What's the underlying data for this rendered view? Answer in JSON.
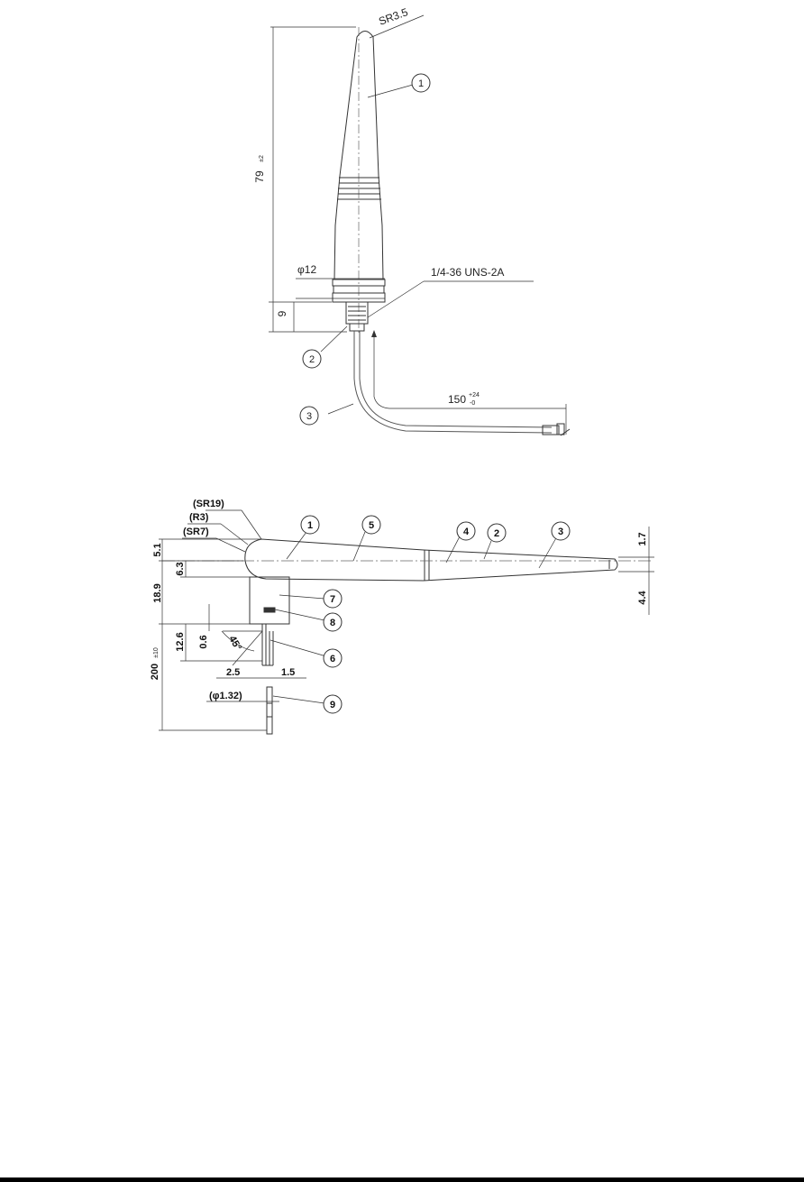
{
  "top_drawing": {
    "dim_sr": "SR3.5",
    "dim_length": "79",
    "dim_length_tol": "±2",
    "dim_diameter": "φ12",
    "dim_9": "9",
    "thread_spec": "1/4-36 UNS-2A",
    "cable_length": "150",
    "cable_tol_plus": "+24",
    "cable_tol_minus": "-0",
    "callouts": [
      "1",
      "2",
      "3"
    ]
  },
  "bottom_drawing": {
    "sr19": "(SR19)",
    "r3": "(R3)",
    "sr7": "(SR7)",
    "dim_5_1": "5.1",
    "dim_6_3": "6.3",
    "dim_18_9": "18.9",
    "dim_12_6": "12.6",
    "dim_0_6": "0.6",
    "angle_45": "45°",
    "dim_200": "200",
    "dim_200_tol": "±10",
    "dim_2_5": "2.5",
    "dim_1_5": "1.5",
    "dim_phi_1_32": "(φ1.32)",
    "dim_1_7": "1.7",
    "dim_4_4": "4.4",
    "callouts": [
      "1",
      "5",
      "4",
      "2",
      "3",
      "7",
      "8",
      "6",
      "9"
    ]
  }
}
